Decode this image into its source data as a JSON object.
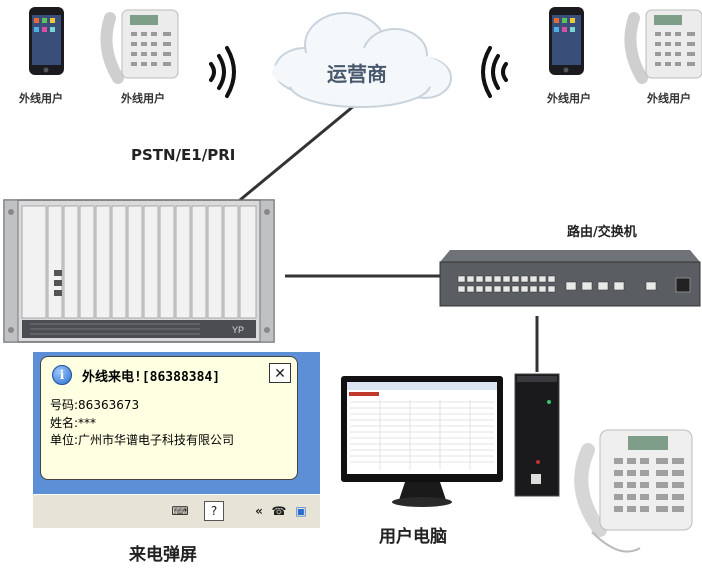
{
  "cloud_label": "运营商",
  "outside_users": [
    "外线用户",
    "外线用户",
    "外线用户",
    "外线用户"
  ],
  "pstn_label": "PSTN/E1/PRI",
  "switch_label": "路由/交换机",
  "screen_pop_label": "来电弹屏",
  "user_pc_label": "用户电脑",
  "popup": {
    "title": "外线来电![86388384]",
    "number_line": "号码:86363673",
    "name_line": "姓名:***",
    "company_line": "单位:广州市华谱电子科技有限公司",
    "close_symbol": "✕",
    "info_symbol": "i"
  },
  "colors": {
    "cloud_text": "#4a5a6e",
    "popup_bg": "#ffffe1",
    "taskbar": "#e7e3d6",
    "frame_blue": "#5c8fd6"
  }
}
